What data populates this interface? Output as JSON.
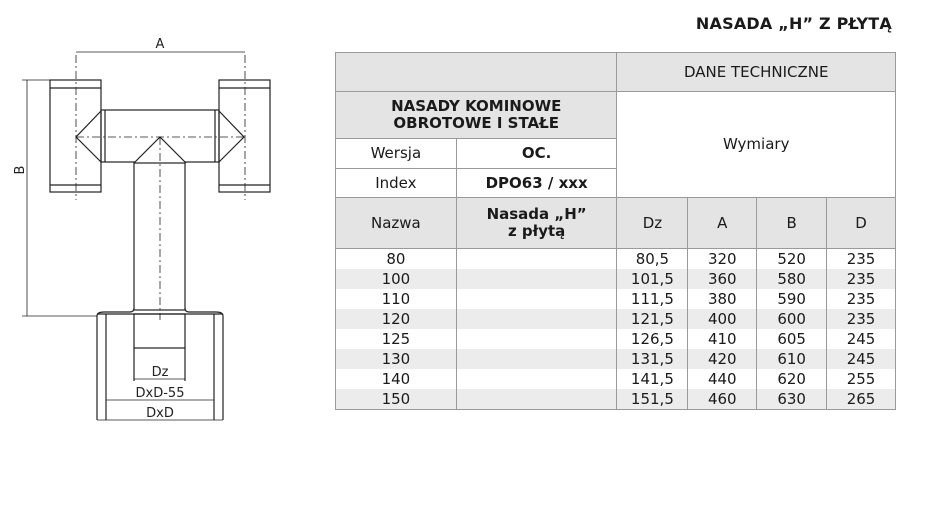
{
  "title": "NASADA „H” Z PŁYTĄ",
  "drawing_labels": {
    "a": "A",
    "b": "B",
    "dz": "Dz",
    "dxd55": "DxD-55",
    "dxd": "DxD"
  },
  "table": {
    "dane": "DANE TECHNICZNE",
    "category_line1": "NASADY KOMINOWE",
    "category_line2": "OBROTOWE I STAŁE",
    "wymiary": "Wymiary",
    "wersja_label": "Wersja",
    "wersja_value": "OC.",
    "index_label": "Index",
    "index_value": "DPO63 / xxx",
    "nazwa_label": "Nazwa",
    "nazwa_line1": "Nasada „H”",
    "nazwa_line2": "z płytą",
    "columns": [
      "Dz",
      "A",
      "B",
      "D"
    ],
    "rows": [
      [
        "80",
        "80,5",
        "320",
        "520",
        "235"
      ],
      [
        "100",
        "101,5",
        "360",
        "580",
        "235"
      ],
      [
        "110",
        "111,5",
        "380",
        "590",
        "235"
      ],
      [
        "120",
        "121,5",
        "400",
        "600",
        "235"
      ],
      [
        "125",
        "126,5",
        "410",
        "605",
        "245"
      ],
      [
        "130",
        "131,5",
        "420",
        "610",
        "245"
      ],
      [
        "140",
        "141,5",
        "440",
        "620",
        "255"
      ],
      [
        "150",
        "151,5",
        "460",
        "630",
        "265"
      ]
    ]
  }
}
